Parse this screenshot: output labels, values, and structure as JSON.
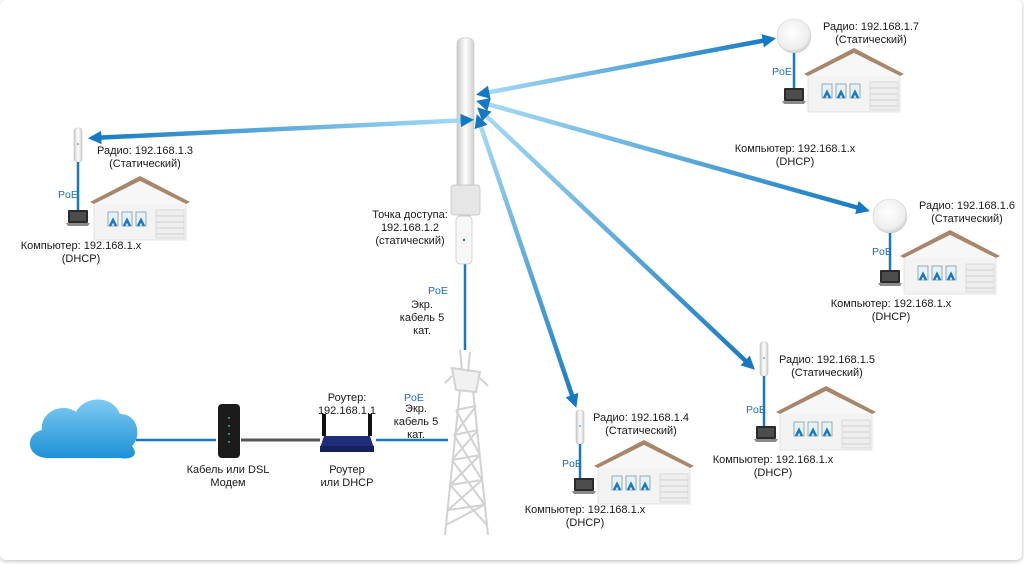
{
  "labels": {
    "ap": [
      "Точка доступа:",
      "192.168.1.2",
      "(статический)"
    ],
    "ap_cable": [
      "Экр.",
      "кабель 5",
      "кат."
    ],
    "router_cable": [
      "Экр.",
      "кабель 5",
      "кат."
    ],
    "router_top": [
      "Роутер:",
      "192.168.1.1"
    ],
    "router_bottom": [
      "Роутер",
      "или DHCP"
    ],
    "modem": [
      "Кабель или DSL",
      "Модем"
    ],
    "poe": "PoE",
    "radio3": [
      "Радио: 192.168.1.3",
      "(Статический)"
    ],
    "pc3": [
      "Компьютер: 192.168.1.x",
      "(DHCP)"
    ],
    "radio4": [
      "Радио: 192.168.1.4",
      "(Статический)"
    ],
    "pc4": [
      "Компьютер: 192.168.1.x",
      "(DHCP)"
    ],
    "radio5": [
      "Радио: 192.168.1.5",
      "(Статический)"
    ],
    "pc5": [
      "Компьютер: 192.168.1.x",
      "(DHCP)"
    ],
    "radio6": [
      "Радио: 192.168.1.6",
      "(Статический)"
    ],
    "pc6": [
      "Компьютер: 192.168.1.x",
      "(DHCP)"
    ],
    "radio7": [
      "Радио: 192.168.1.7",
      "(Статический)"
    ],
    "pc7": [
      "Компьютер: 192.168.1.x",
      "(DHCP)"
    ]
  },
  "colors": {
    "link_light": "#a8dcf5",
    "link_dark": "#1479c2",
    "cable_blue": "#1a78c2",
    "cable_gray": "#555555",
    "poe_text": "#1a6fb5",
    "cloud_light": "#6cc3ef",
    "cloud_dark": "#1c8fd6",
    "house_roof": "#a9876a",
    "house_wall": "#f2f2f2"
  }
}
